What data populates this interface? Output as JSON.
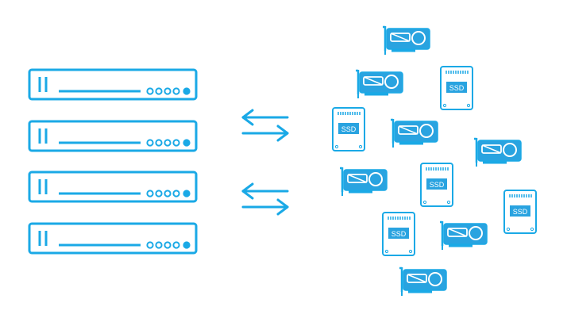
{
  "colors": {
    "accent": "#1aa9e6",
    "accent_fill": "#29a3e0",
    "background": "#ffffff",
    "label_text": "#ffffff"
  },
  "servers": [
    {
      "name": "server-1",
      "icon": "server-rack-icon"
    },
    {
      "name": "server-2",
      "icon": "server-rack-icon"
    },
    {
      "name": "server-3",
      "icon": "server-rack-icon"
    },
    {
      "name": "server-4",
      "icon": "server-rack-icon"
    }
  ],
  "arrows": [
    {
      "name": "exchange-arrows-top",
      "icon": "bidirectional-arrows-icon"
    },
    {
      "name": "exchange-arrows-bottom",
      "icon": "bidirectional-arrows-icon"
    }
  ],
  "components": {
    "gpu_icon": "gpu-card-icon",
    "ssd_icon": "ssd-drive-icon",
    "ssd_label": "SSD"
  }
}
